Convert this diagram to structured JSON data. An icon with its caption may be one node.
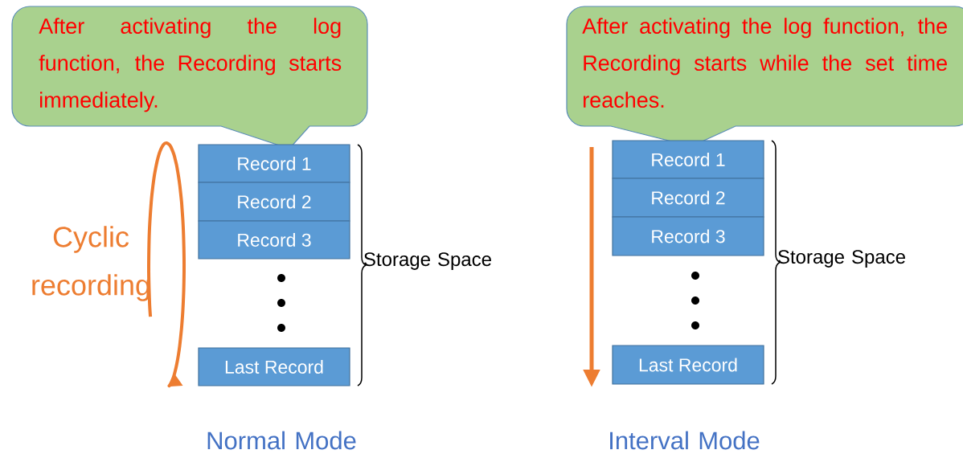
{
  "diagram": {
    "nodes": [
      {
        "text": [
          "After activating the log function, the Recording starts immediately."
        ]
      },
      {
        "text": [
          "Record 1"
        ]
      },
      {
        "text": [
          "Record 2"
        ]
      },
      {
        "text": [
          "Record 3"
        ]
      },
      {
        "text": [
          "Last Record"
        ]
      },
      {
        "text": [
          "After activating the log function, the Recording starts while the set time reaches."
        ]
      },
      {
        "text": [
          "Record 1"
        ]
      },
      {
        "text": [
          "Record 2"
        ]
      },
      {
        "text": [
          "Record 3"
        ]
      },
      {
        "text": [
          "Last Record"
        ]
      }
    ],
    "labels": [
      "Cyclic recording",
      "Storage Space",
      "Normal Mode",
      "Storage Space",
      "Interval Mode"
    ]
  }
}
